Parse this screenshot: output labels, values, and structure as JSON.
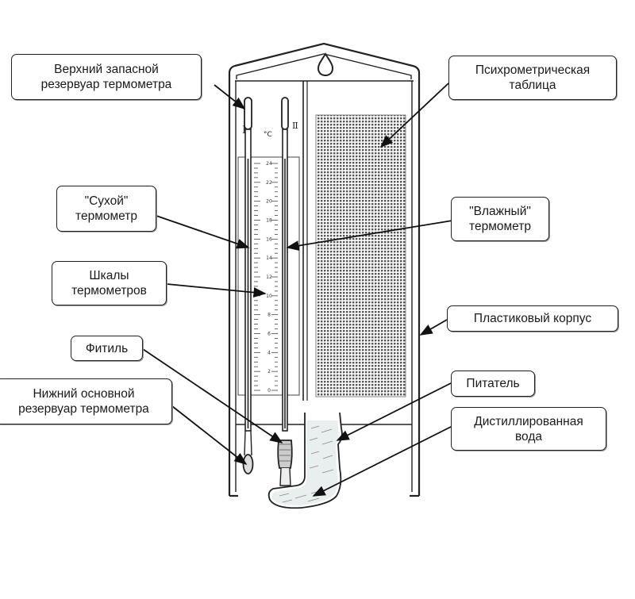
{
  "labels": {
    "reserve_top": {
      "line1": "Верхний запасной",
      "line2": "резервуар термометра"
    },
    "dry": {
      "line1": "\"Сухой\"",
      "line2": "термометр"
    },
    "scales": {
      "line1": "Шкалы",
      "line2": "термометров"
    },
    "wick": {
      "line1": "Фитиль"
    },
    "reservoir_bottom": {
      "line1": "Нижний основной",
      "line2": "резервуар термометра"
    },
    "table": {
      "line1": "Психрометрическая",
      "line2": "таблица"
    },
    "wet": {
      "line1": "\"Влажный\"",
      "line2": "термометр"
    },
    "case": {
      "line1": "Пластиковый корпус"
    },
    "feeder": {
      "line1": "Питатель"
    },
    "water": {
      "line1": "Дистиллированная",
      "line2": "вода"
    }
  },
  "device": {
    "unit_label": "°C",
    "left_roman": "I",
    "right_roman": "II",
    "scale_values": [
      "24",
      "22",
      "20",
      "18",
      "16",
      "14",
      "12",
      "10",
      "8",
      "6",
      "4",
      "2",
      "0"
    ]
  }
}
